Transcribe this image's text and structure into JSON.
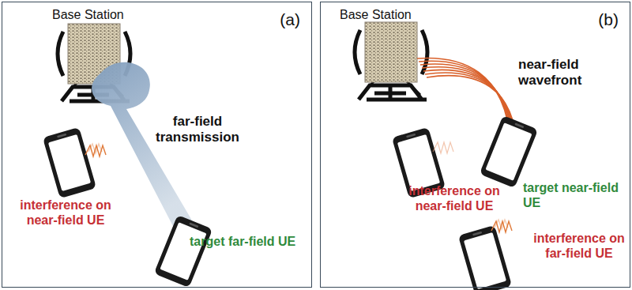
{
  "diagram": {
    "nodes": [
      {
        "text": [
          "(a)"
        ]
      },
      {
        "text": [
          "(b)"
        ]
      }
    ],
    "labels": [
      "Base Station",
      "far-field transmission",
      "interference on near-field UE",
      "target far-field UE",
      "Base Station",
      "near-field wavefront",
      "interference on near-field UE",
      "target near-field UE",
      "interference on far-field UE"
    ]
  }
}
